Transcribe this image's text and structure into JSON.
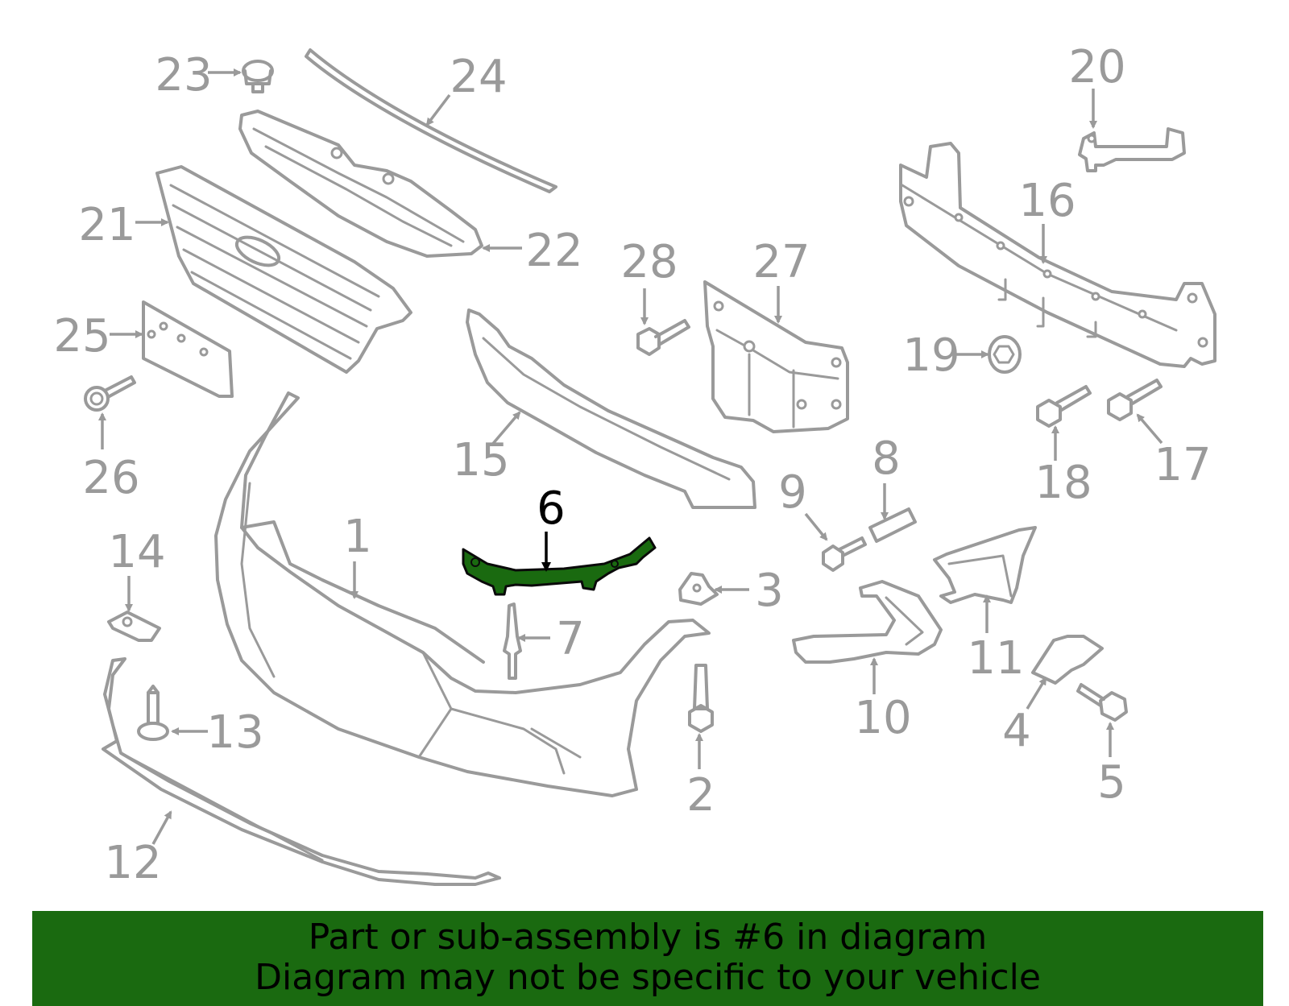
{
  "diagram": {
    "highlighted_part": "6",
    "colors": {
      "parts": "#9a9a9a",
      "highlight": "#1a6a10",
      "highlight_label": "#000000",
      "banner": "#1a6a10",
      "background": "#ffffff"
    },
    "callouts": {
      "c1": "1",
      "c2": "2",
      "c3": "3",
      "c4": "4",
      "c5": "5",
      "c6": "6",
      "c7": "7",
      "c8": "8",
      "c9": "9",
      "c10": "10",
      "c11": "11",
      "c12": "12",
      "c13": "13",
      "c14": "14",
      "c15": "15",
      "c16": "16",
      "c17": "17",
      "c18": "18",
      "c19": "19",
      "c20": "20",
      "c21": "21",
      "c22": "22",
      "c23": "23",
      "c24": "24",
      "c25": "25",
      "c26": "26",
      "c27": "27",
      "c28": "28"
    }
  },
  "banner": {
    "line1": "Part or sub-assembly is #6 in diagram",
    "line2": "Diagram may not be specific to your vehicle"
  }
}
